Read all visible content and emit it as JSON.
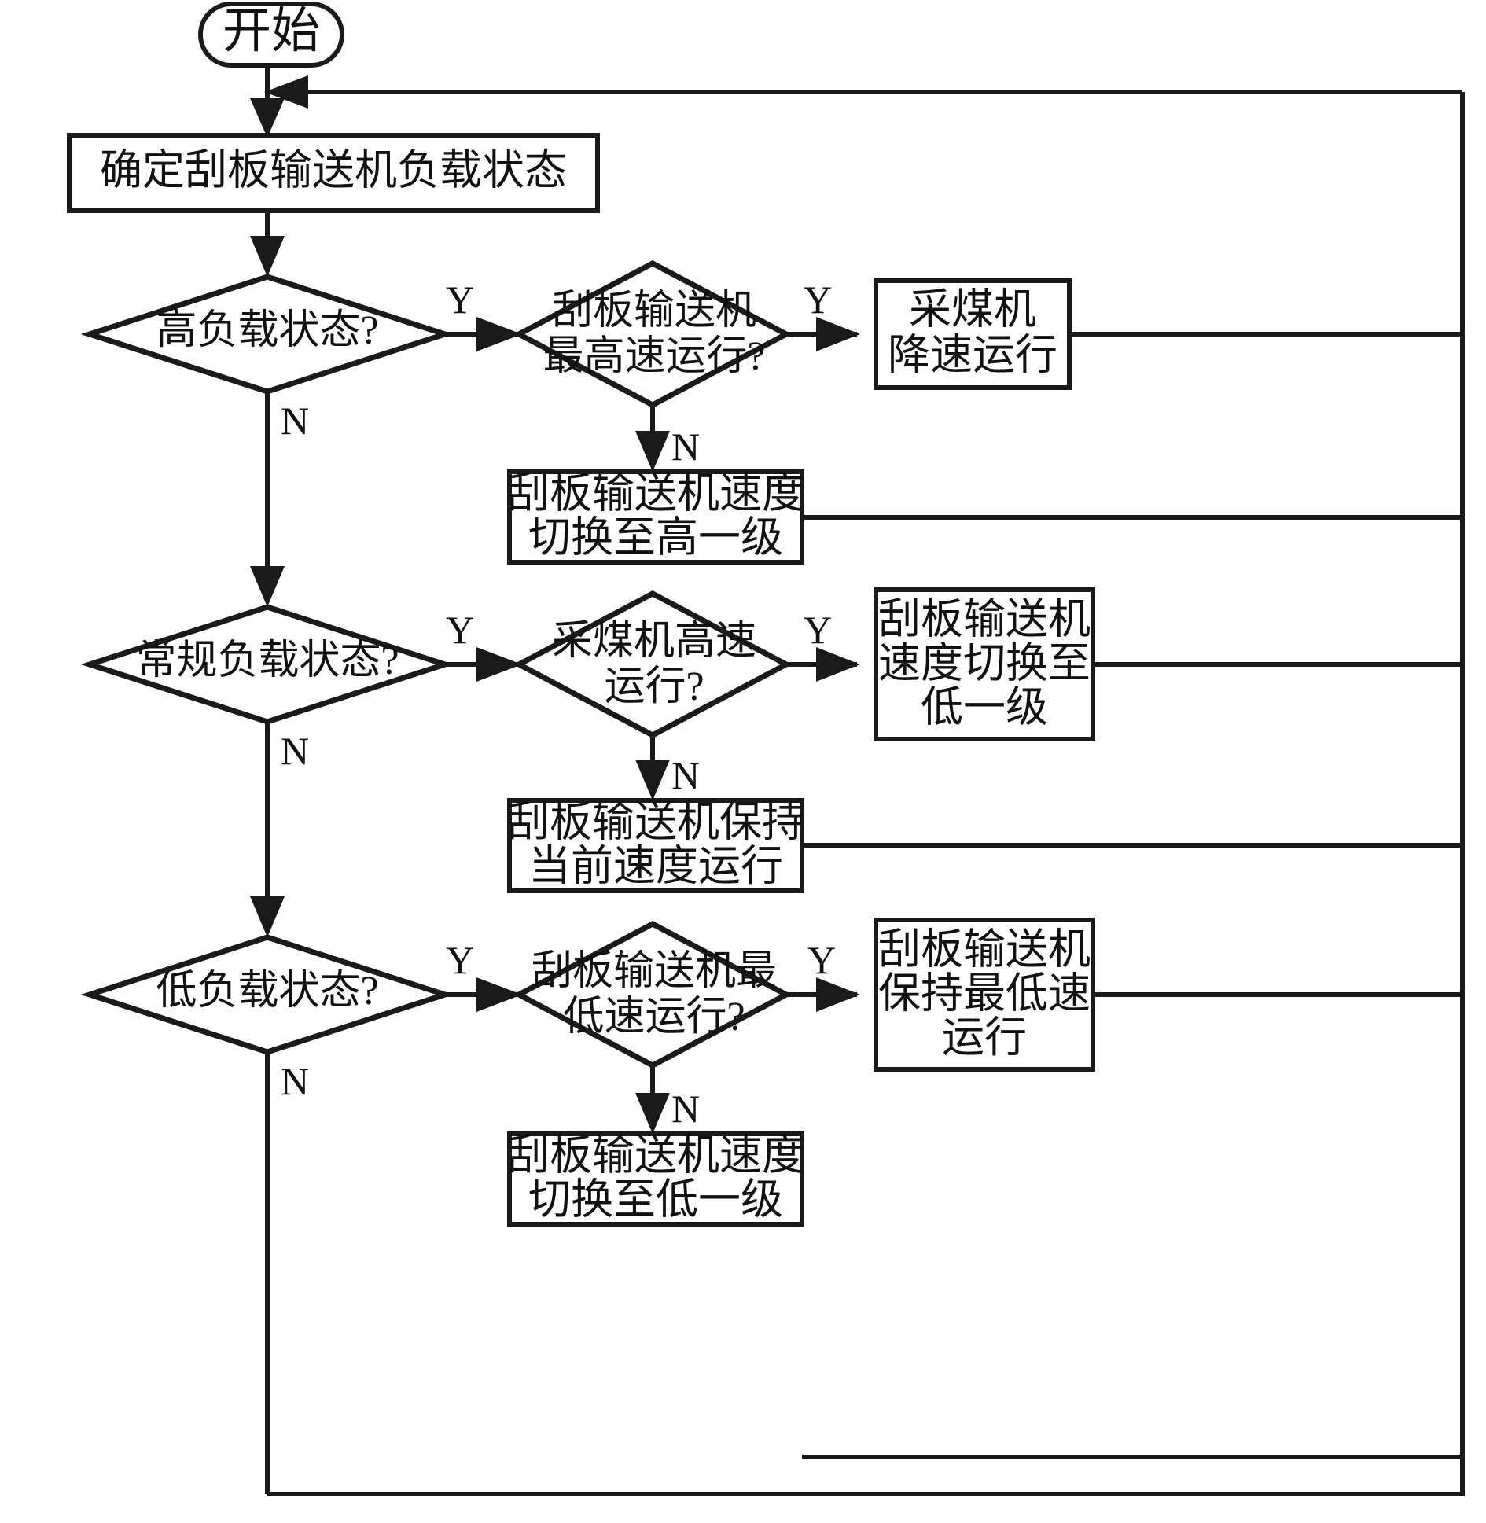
{
  "diagram": {
    "title": "刮板输送机与采煤机速度协同控制流程",
    "type": "flowchart",
    "language": "zh-CN",
    "colors": {
      "stroke": "#1a1a1a",
      "fill": "#ffffff",
      "text": "#111111"
    }
  },
  "nodes": {
    "start": {
      "shape": "stadium",
      "text": "开始"
    },
    "determine_load": {
      "shape": "process",
      "text": "确定刮板输送机负载状态"
    },
    "high_load_q": {
      "shape": "decision",
      "line1": "高负载状态?"
    },
    "agv_max_speed_q": {
      "shape": "decision",
      "line1": "刮板输送机",
      "line2": "最高速运行?"
    },
    "shearer_slow": {
      "shape": "process",
      "line1": "采煤机",
      "line2": "降速运行"
    },
    "conveyor_up_one": {
      "shape": "process",
      "line1": "刮板输送机速度",
      "line2": "切换至高一级"
    },
    "normal_load_q": {
      "shape": "decision",
      "line1": "常规负载状态?"
    },
    "shearer_high_q": {
      "shape": "decision",
      "line1": "采煤机高速",
      "line2": "运行?"
    },
    "conveyor_down_one_a": {
      "shape": "process",
      "line1": "刮板输送机",
      "line2": "速度切换至",
      "line3": "低一级"
    },
    "conveyor_hold": {
      "shape": "process",
      "line1": "刮板输送机保持",
      "line2": "当前速度运行"
    },
    "low_load_q": {
      "shape": "decision",
      "line1": "低负载状态?"
    },
    "conveyor_min_speed_q": {
      "shape": "decision",
      "line1": "刮板输送机最",
      "line2": "低速运行?"
    },
    "conveyor_keep_min": {
      "shape": "process",
      "line1": "刮板输送机",
      "line2": "保持最低速",
      "line3": "运行"
    },
    "conveyor_down_one_b": {
      "shape": "process",
      "line1": "刮板输送机速度",
      "line2": "切换至低一级"
    }
  },
  "edge_labels": {
    "high_load_yes": "Y",
    "high_load_no": "N",
    "agv_max_yes": "Y",
    "agv_max_no": "N",
    "normal_load_yes": "Y",
    "normal_load_no": "N",
    "shearer_high_yes": "Y",
    "shearer_high_no": "N",
    "low_load_yes": "Y",
    "low_load_no": "N",
    "conveyor_min_yes": "Y",
    "conveyor_min_no": "N"
  }
}
